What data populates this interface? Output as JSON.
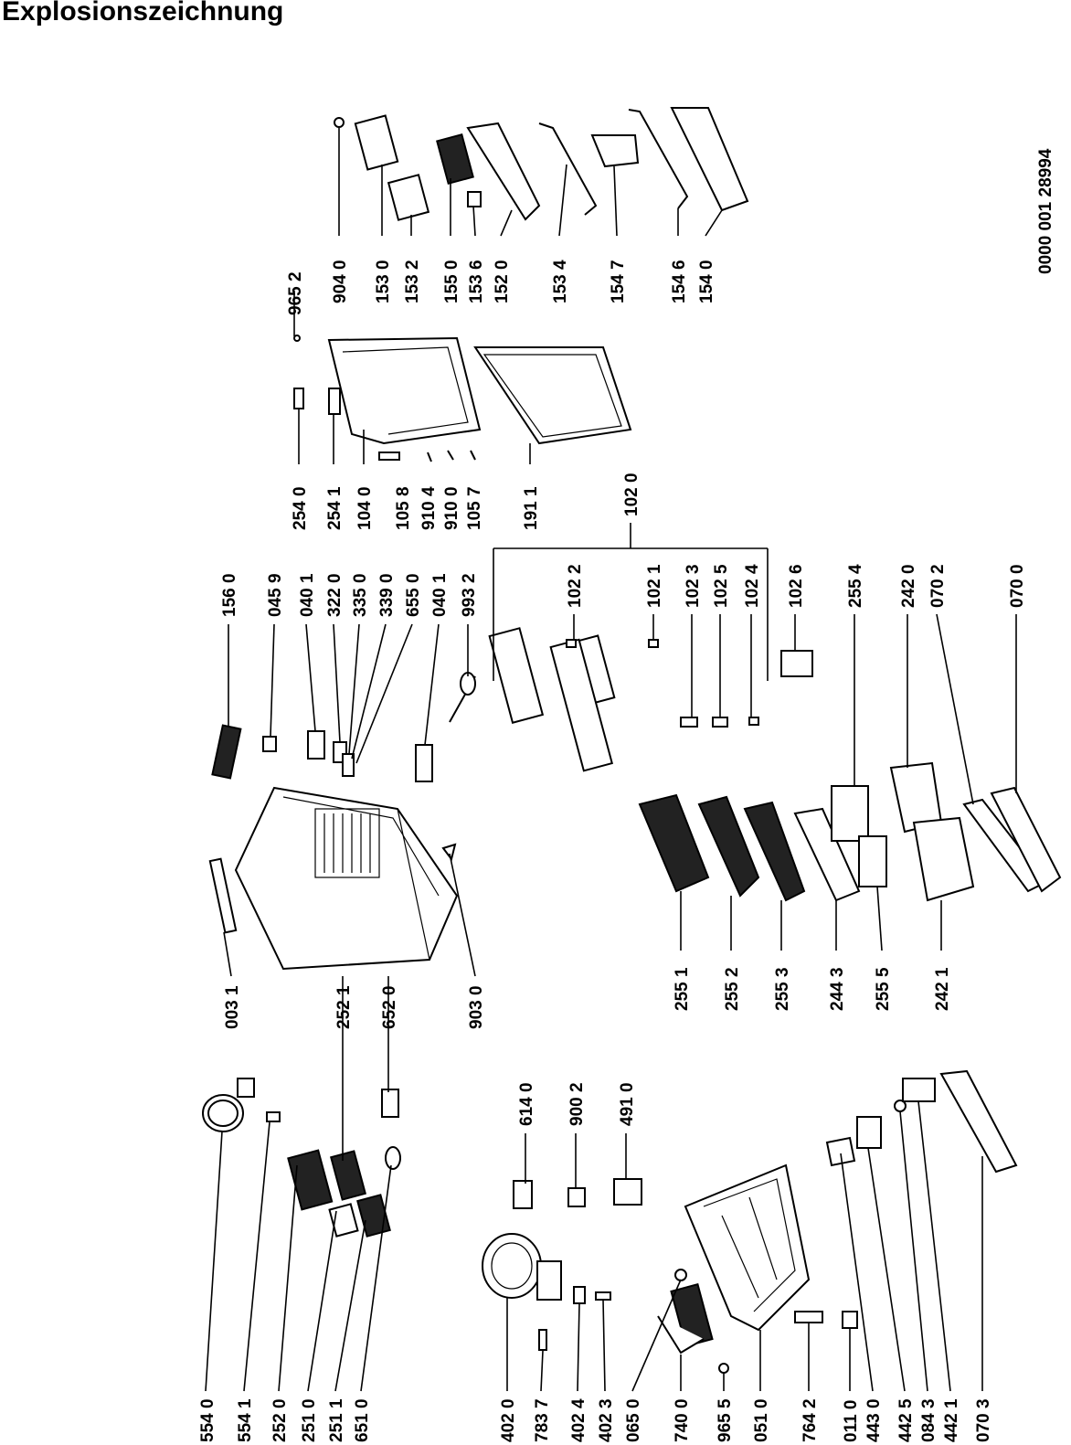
{
  "title": "Explosionszeichnung",
  "doc_number": "0000 001 28994",
  "part_numbers": [
    "554 0",
    "554 1",
    "252 0",
    "251 0",
    "251 1",
    "651 0",
    "402 0",
    "783 7",
    "402 4",
    "402 3",
    "065 0",
    "740 0",
    "965 5",
    "051 0",
    "764 2",
    "011 0",
    "443 0",
    "442 5",
    "084 3",
    "442 1",
    "070 3",
    "003 1",
    "252 1",
    "652 0",
    "903 0",
    "614 0",
    "900 2",
    "491 0",
    "255 1",
    "255 2",
    "255 3",
    "244 3",
    "255 5",
    "242 1",
    "156 0",
    "045 9",
    "040 1",
    "322 0",
    "335 0",
    "339 0",
    "655 0",
    "040 1",
    "993 2",
    "254 0",
    "254 1",
    "104 0",
    "105 8",
    "910 4",
    "910 0",
    "105 7",
    "191 1",
    "102 0",
    "102 2",
    "102 1",
    "102 3",
    "102 5",
    "102 4",
    "102 6",
    "255 4",
    "242 0",
    "070 2",
    "070 0",
    "965 2",
    "904 0",
    "153 0",
    "153 2",
    "155 0",
    "153 6",
    "152 0",
    "153 4",
    "154 7",
    "154 6",
    "154 0"
  ]
}
